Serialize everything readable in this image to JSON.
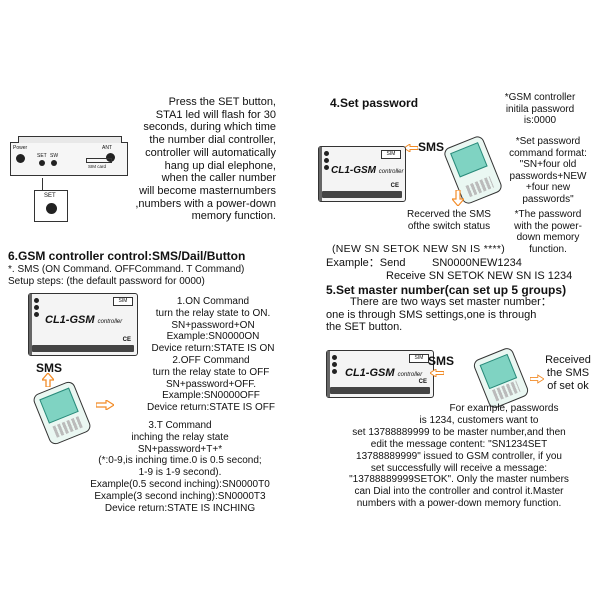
{
  "colors": {
    "arrow": "#f28c28",
    "screen": "#7fd3c2",
    "strip": "#444444"
  },
  "top_left": {
    "lines": [
      "Press the SET button,",
      "STA1 led will flash for 30",
      "seconds, during which time",
      "the number dial controller,",
      "controller will automatically",
      "hang up dial elephone,",
      "when the caller number",
      "will become masternumbers",
      ",numbers with a power-down",
      "memory function."
    ],
    "panel_labels": {
      "power": "Power",
      "set": "SET",
      "sw": "SW",
      "ant": "ANT",
      "simcard": "SIM card",
      "set_inset": "SET"
    }
  },
  "section6": {
    "title": "6.GSM controller control:SMS/Dail/Button",
    "intro": "*.  SMS (ON Command. OFFCommand. T Command)",
    "setup": "Setup steps: (the default password for 0000)",
    "device_brand": "CL1-GSM",
    "device_sub": "controller",
    "sms_label": "SMS",
    "on_cmd": [
      "1.ON Command",
      "turn the relay state to ON.",
      "SN+password+ON",
      "Example:SN0000ON",
      "Device return:STATE IS ON"
    ],
    "off_cmd": [
      "2.OFF Command",
      "turn the relay state to OFF",
      "SN+password+OFF.",
      "Example:SN0000OFF",
      "Device return:STATE IS OFF"
    ],
    "t_cmd": [
      "3.T Command",
      "inching the relay state",
      "SN+password+T+*",
      "(*:0-9,is inching time.0 is 0.5 second;",
      "1-9 is 1-9 second).",
      "Example(0.5 second inching):SN0000T0",
      "Example(3   second inching):SN0000T3",
      "Device return:STATE IS INCHING"
    ]
  },
  "section4": {
    "title": "4.Set password",
    "note1": [
      "*GSM controller",
      "initila password",
      "is:0000"
    ],
    "sms_label": "SMS",
    "device_brand": "CL1-GSM",
    "device_sub": "controller",
    "note2": [
      "*Set password",
      "command format:",
      "\"SN+four old",
      "passwords+NEW",
      "+four new",
      "passwords\""
    ],
    "note3": [
      "*The password",
      "with the power-",
      "down memory",
      "function."
    ],
    "received": [
      "Recerved the SMS",
      "ofthe switch status"
    ],
    "cmd_line": "(NEW SN SETOK NEW SN IS ****)",
    "example_label": "Example：Send",
    "example_value": "SN0000NEW1234",
    "receive_line": "Receive  SN SETOK NEW SN IS 1234"
  },
  "section5": {
    "title": "5.Set master number(can set up 5 groups)",
    "para": [
      "There are two ways set master number：",
      "one is through SMS settings,one is through",
      "the SET button."
    ],
    "sms_label": "SMS",
    "device_brand": "CL1-GSM",
    "device_sub": "controller",
    "received": [
      "Received",
      "the SMS",
      "of set ok"
    ],
    "example": [
      "For example, passwords",
      "is 1234, customers want to",
      "set 13788889999 to be master number,and then",
      "edit the message content: \"SN1234SET",
      "13788889999\" issued to GSM controller, if you",
      "set    successfully will receive a message:",
      "\"13788889999SETOK\". Only the master numbers",
      "can Dial into the controller and control it.Master",
      "numbers with a power-down memory function."
    ]
  }
}
